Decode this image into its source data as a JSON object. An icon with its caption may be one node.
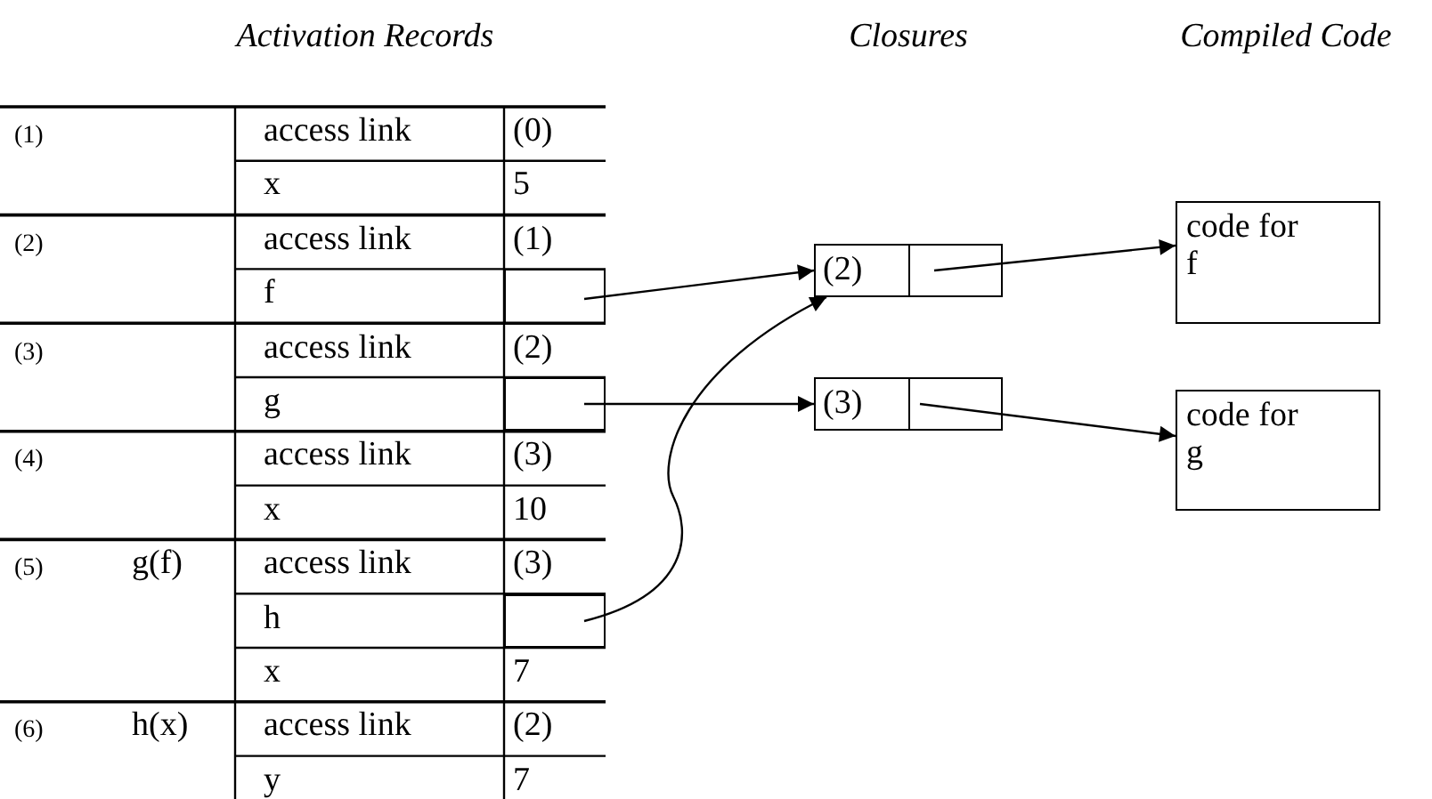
{
  "diagram": {
    "nodes": [
      {
        "text": [],
        "shape": "box"
      },
      {
        "text": [],
        "shape": "box"
      },
      {
        "text": [],
        "shape": "box"
      },
      {
        "text": [
          "(2)"
        ]
      },
      {
        "text": [],
        "shape": "box"
      },
      {
        "text": [
          "(3)"
        ]
      },
      {
        "text": [],
        "shape": "box"
      },
      {
        "text": [
          "code for f"
        ]
      },
      {
        "text": [
          "code for g"
        ]
      }
    ],
    "edges": [
      {
        "from": 0,
        "to": 3,
        "arrow": "to"
      },
      {
        "from": 1,
        "to": 5,
        "arrow": "to"
      },
      {
        "from": 2,
        "to": 3,
        "arrow": "to"
      },
      {
        "from": 4,
        "to": 7,
        "arrow": "to"
      },
      {
        "from": 6,
        "to": 8,
        "arrow": "to"
      }
    ],
    "labels": [
      "Activation Records",
      "Closures",
      "Compiled Code",
      "(1)",
      "access link",
      "(0)",
      "x",
      "5",
      "(2)",
      "access link",
      "(1)",
      "f",
      "(3)",
      "access link",
      "(2)",
      "g",
      "(4)",
      "access link",
      "(3)",
      "x",
      "10",
      "(5)",
      "g(f)",
      "access link",
      "(3)",
      "h",
      "x",
      "7",
      "(6)",
      "h(x)",
      "access link",
      "(2)",
      "y",
      "7"
    ]
  }
}
